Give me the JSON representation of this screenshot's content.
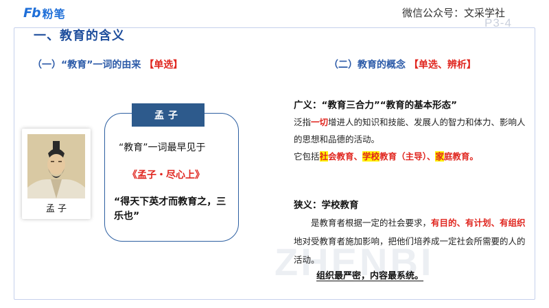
{
  "brand": {
    "mark": "Fb",
    "name": "粉笔"
  },
  "header": {
    "wechat": "微信公众号：文采学社",
    "page_code": "P3-4"
  },
  "section_title": "一、教育的含义",
  "left": {
    "heading": "（一）“教育”一词的由来",
    "tag": "【单选】",
    "portrait_caption": "孟 子",
    "card": {
      "tab": "孟子",
      "line1": "“教育”一词最早见于",
      "book": "《孟子・尽心上》",
      "quote": "“得天下英才而教育之，三乐也”"
    }
  },
  "right": {
    "heading": "（二）教育的概念",
    "tag": "【单选、辨析】",
    "broad": {
      "title": "广义：“教育三合力”“教育的基本形态”",
      "p1_a": "泛指",
      "p1_red": "一切",
      "p1_b": "增进人的知识和技能、发展人的智力和体力、影响人的思想和品德的活动。",
      "p2_a": "它包括",
      "p2_s1": "社",
      "p2_s2": "会教育、",
      "p2_x1": "学校",
      "p2_x2": "教育（主导）、",
      "p2_j1": "家",
      "p2_j2": "庭教育。"
    },
    "narrow": {
      "title": "狭义：学校教育",
      "p1_a": "是教育者根据一定的社会要求，",
      "p1_red1": "有目的、有计划、有组织",
      "p1_b": "地对受教育者施加影响，把他们培养成一定社会所需要的人的活动。",
      "foot": "组织最严密，内容最系统。"
    }
  },
  "watermark": "ZHENBI",
  "colors": {
    "primary": "#2d5a8c",
    "heading": "#1d4d9c",
    "emphasis": "#e0261f",
    "highlight": "#fff200",
    "brand": "#1f6fd8"
  }
}
